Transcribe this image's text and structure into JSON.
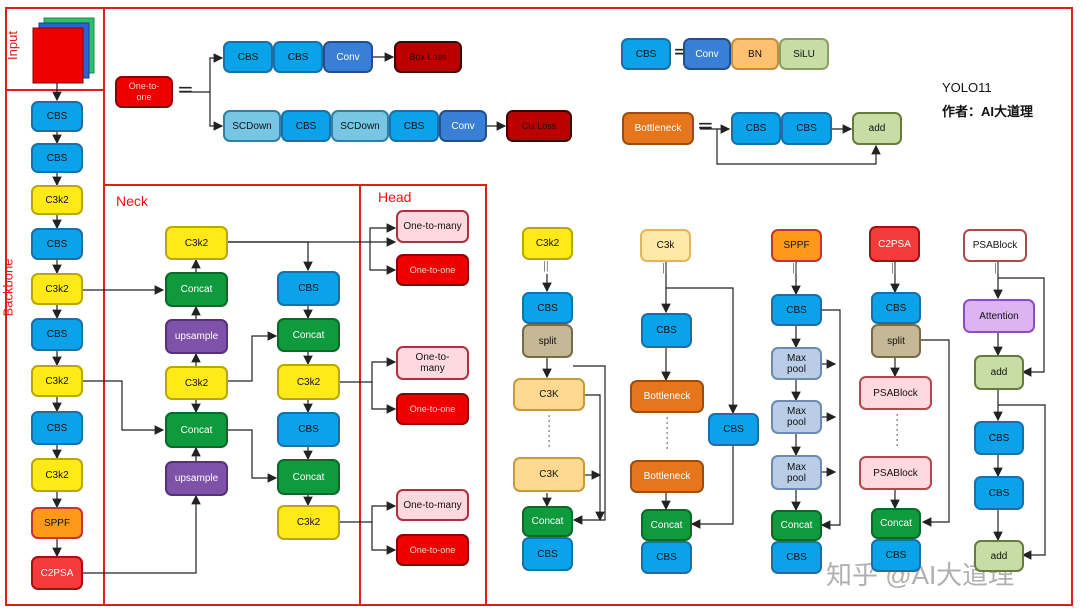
{
  "sections": {
    "input": "Input",
    "backbone": "Backbone",
    "neck": "Neck",
    "head": "Head"
  },
  "title": {
    "model": "YOLO11",
    "author": "作者：AI大道理"
  },
  "watermark": "知乎 @AI大道理",
  "backbone": [
    "CBS",
    "CBS",
    "C3k2",
    "CBS",
    "C3k2",
    "CBS",
    "C3k2",
    "CBS",
    "C3k2",
    "SPPF",
    "C2PSA"
  ],
  "neck": {
    "c3k2_top": "C3k2",
    "concat_1": "Concat",
    "upsample_1": "upsample",
    "c3k2_mid": "C3k2",
    "concat_2": "Concat",
    "upsample_2": "upsample",
    "cbs_r1": "CBS",
    "concat_r1": "Concat",
    "c3k2_r1": "C3k2",
    "cbs_r2": "CBS",
    "concat_r2": "Concat",
    "c3k2_r2": "C3k2"
  },
  "head": {
    "o2m_1": "One-to-many",
    "o2o_1": "One-to-one",
    "o2m_2": "One-to-many",
    "o2o_2": "One-to-one",
    "o2m_3": "One-to-many",
    "o2o_3": "One-to-one"
  },
  "one_to_one_block": {
    "label": "One-to-one",
    "top": [
      "CBS",
      "CBS",
      "Conv",
      "Box Loss"
    ],
    "bottom": [
      "SCDown",
      "CBS",
      "SCDown",
      "CBS",
      "Conv",
      "Cls Loss"
    ]
  },
  "cbs_def": {
    "label": "CBS",
    "parts": [
      "Conv",
      "BN",
      "SiLU"
    ]
  },
  "bottleneck_def": {
    "label": "Bottleneck",
    "parts": [
      "CBS",
      "CBS",
      "add"
    ]
  },
  "c3k2_def": {
    "label": "C3k2",
    "cbs": "CBS",
    "split": "split",
    "c3k_1": "C3K",
    "c3k_2": "C3K",
    "concat": "Concat",
    "cbs_out": "CBS"
  },
  "c3k_def": {
    "label": "C3k",
    "cbs": "CBS",
    "bn_1": "Bottleneck",
    "bn_2": "Bottleneck",
    "cbs_side": "CBS",
    "concat": "Concat",
    "cbs_out": "CBS"
  },
  "sppf_def": {
    "label": "SPPF",
    "cbs": "CBS",
    "pool_1": "Max pool",
    "pool_2": "Max pool",
    "pool_3": "Max pool",
    "concat": "Concat",
    "cbs_out": "CBS"
  },
  "c2psa_def": {
    "label": "C2PSA",
    "cbs": "CBS",
    "split": "split",
    "psa_1": "PSABlock",
    "psa_2": "PSABlock",
    "concat": "Concat",
    "cbs_out": "CBS"
  },
  "psablock_def": {
    "label": "PSABlock",
    "attention": "Attention",
    "add_1": "add",
    "cbs_1": "CBS",
    "cbs_2": "CBS",
    "add_2": "add"
  }
}
